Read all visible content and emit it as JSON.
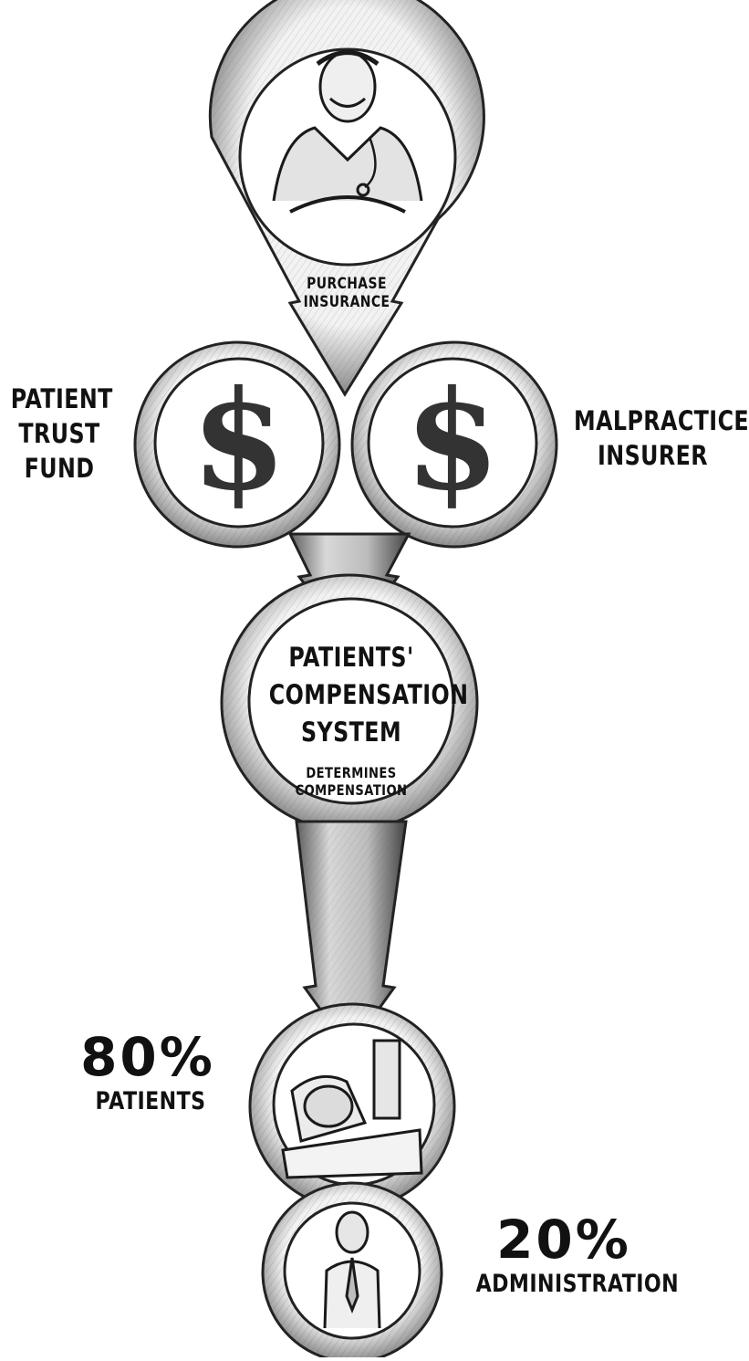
{
  "labels": {
    "purchase_line1": "PURCHASE",
    "purchase_line2": "INSURANCE",
    "trust_line1": "PATIENT",
    "trust_line2": "TRUST",
    "trust_line3": "FUND",
    "insurer_line1": "MALPRACTICE",
    "insurer_line2": "INSURER",
    "system_line1": "PATIENTS'",
    "system_line2": "COMPENSATION",
    "system_line3": "SYSTEM",
    "determines_line1": "DETERMINES",
    "determines_line2": "COMPENSATION",
    "patients_pct": "80%",
    "patients_label": "PATIENTS",
    "admin_pct": "20%",
    "admin_label": "ADMINISTRATION"
  },
  "glyphs": {
    "dollar": "$"
  },
  "colors": {
    "ink": "#111111",
    "shade": "#9a9a9a",
    "paper": "#ffffff"
  }
}
